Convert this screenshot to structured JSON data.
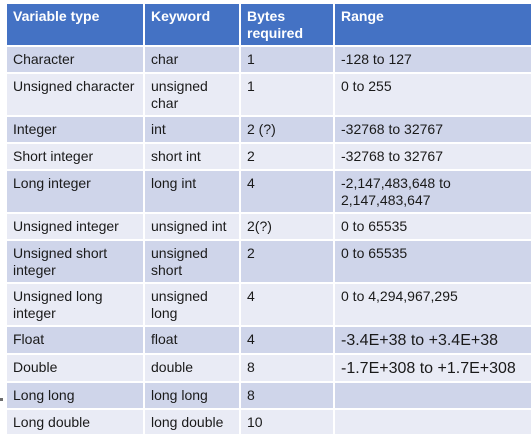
{
  "table": {
    "headers": [
      "Variable type",
      "Keyword",
      "Bytes required",
      "Range"
    ],
    "rows": [
      [
        "Character",
        "char",
        "1",
        "-128 to 127"
      ],
      [
        "Unsigned character",
        "unsigned char",
        "1",
        "0 to 255"
      ],
      [
        "Integer",
        "int",
        "2 (?)",
        "-32768 to 32767"
      ],
      [
        "Short integer",
        "short int",
        "2",
        "-32768 to 32767"
      ],
      [
        "Long integer",
        "long int",
        "4",
        "-2,147,483,648 to 2,147,483,647"
      ],
      [
        "Unsigned integer",
        "unsigned int",
        "2(?)",
        "0 to 65535"
      ],
      [
        "Unsigned short integer",
        "unsigned short",
        "2",
        "0 to 65535"
      ],
      [
        "Unsigned long integer",
        "unsigned long",
        "4",
        "0 to 4,294,967,295"
      ],
      [
        "Float",
        "float",
        "4",
        "-3.4E+38 to +3.4E+38"
      ],
      [
        "Double",
        "double",
        "8",
        "-1.7E+308 to +1.7E+308"
      ],
      [
        "Long long",
        "long long",
        "8",
        ""
      ],
      [
        "Long double",
        "long double",
        "10",
        ""
      ]
    ]
  },
  "colors": {
    "header_bg": "#4472c4",
    "row_odd_bg": "#cfd5ea",
    "row_even_bg": "#e9ebf5",
    "header_text": "#ffffff"
  }
}
